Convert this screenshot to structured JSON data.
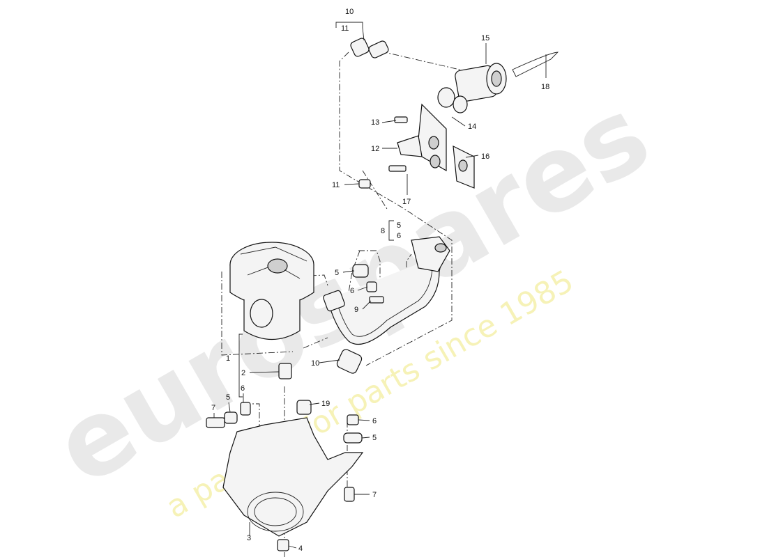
{
  "watermark": {
    "brand": "eurospares",
    "tagline": "a passion for parts since 1985"
  },
  "callouts": [
    {
      "id": "c10a",
      "text": "10"
    },
    {
      "id": "c11a",
      "text": "11"
    },
    {
      "id": "c15",
      "text": "15"
    },
    {
      "id": "c18",
      "text": "18"
    },
    {
      "id": "c13",
      "text": "13"
    },
    {
      "id": "c14",
      "text": "14"
    },
    {
      "id": "c12",
      "text": "12"
    },
    {
      "id": "c16",
      "text": "16"
    },
    {
      "id": "c11b",
      "text": "11"
    },
    {
      "id": "c17",
      "text": "17"
    },
    {
      "id": "c8",
      "text": "8"
    },
    {
      "id": "c5a",
      "text": "5"
    },
    {
      "id": "c6a",
      "text": "6"
    },
    {
      "id": "c5b",
      "text": "5"
    },
    {
      "id": "c6b",
      "text": "6"
    },
    {
      "id": "c9",
      "text": "9"
    },
    {
      "id": "c1",
      "text": "1"
    },
    {
      "id": "c2",
      "text": "2"
    },
    {
      "id": "c10b",
      "text": "10"
    },
    {
      "id": "c6c",
      "text": "6"
    },
    {
      "id": "c5c",
      "text": "5"
    },
    {
      "id": "c7a",
      "text": "7"
    },
    {
      "id": "c19",
      "text": "19"
    },
    {
      "id": "c6d",
      "text": "6"
    },
    {
      "id": "c5d",
      "text": "5"
    },
    {
      "id": "c7b",
      "text": "7"
    },
    {
      "id": "c3",
      "text": "3"
    },
    {
      "id": "c4",
      "text": "4"
    }
  ]
}
